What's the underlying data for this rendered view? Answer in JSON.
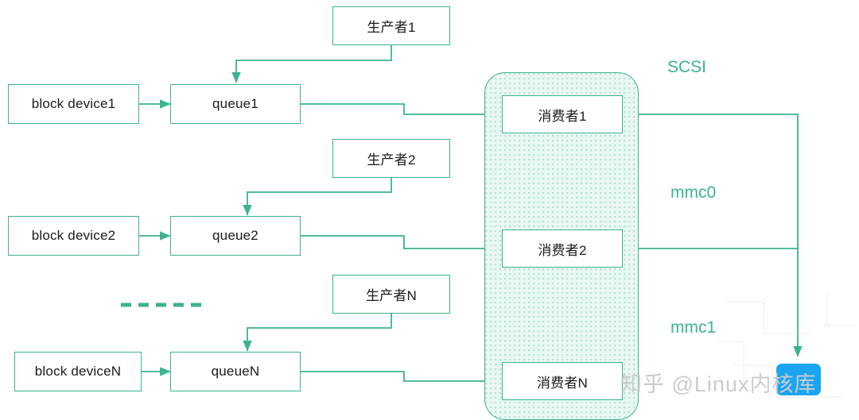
{
  "diagram": {
    "title_labels": {
      "scsi": "SCSI",
      "mmc0": "mmc0",
      "mmc1": "mmc1"
    },
    "devices": [
      {
        "label": "block device1"
      },
      {
        "label": "block device2"
      },
      {
        "label": "block deviceN"
      }
    ],
    "queues": [
      {
        "label": "queue1"
      },
      {
        "label": "queue2"
      },
      {
        "label": "queueN"
      }
    ],
    "producers": [
      {
        "label": "生产者1"
      },
      {
        "label": "生产者2"
      },
      {
        "label": "生产者N"
      }
    ],
    "consumers": [
      {
        "label": "消费者1"
      },
      {
        "label": "消费者2"
      },
      {
        "label": "消费者N"
      }
    ],
    "ellipsis": "- - - - - - -",
    "colors": {
      "accent": "#3cb390",
      "panel_fill": "#e9f7f2",
      "text": "#1a1a1a",
      "watermark": "#c9ccd1",
      "chip": "#1ba4f0"
    }
  },
  "watermark": {
    "text": "知乎 @Linux内核库"
  }
}
